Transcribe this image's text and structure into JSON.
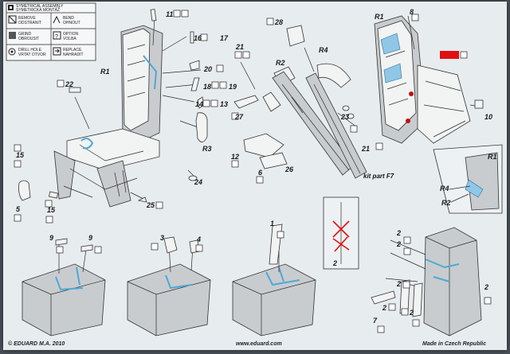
{
  "legend": {
    "items": [
      {
        "icon": "symmetrical-assembly-icon",
        "text1": "SYMETRICAL ASSEMBLY",
        "text2": "SYMETRICKÁ MONTÁŽ"
      },
      {
        "icon": "remove-icon",
        "text1": "REMOVE",
        "text2": "ODSTRANIT"
      },
      {
        "icon": "bend-icon",
        "text1": "BEND",
        "text2": "OHNOUT"
      },
      {
        "icon": "grind-icon",
        "text1": "GRIND",
        "text2": "OBROUSIT"
      },
      {
        "icon": "option-icon",
        "text1": "OPTION",
        "text2": "VOLBA"
      },
      {
        "icon": "drill-hole-icon",
        "text1": "DRILL HOLE",
        "text2": "VRTAT OTVOR"
      },
      {
        "icon": "replace-icon",
        "text1": "REPLACE",
        "text2": "NAHRADIT"
      }
    ]
  },
  "labels": {
    "p11": "11",
    "p16": "16",
    "p17": "17",
    "p20": "20",
    "p18": "18",
    "p19": "19",
    "p14": "14",
    "p13": "13",
    "r3": "R3",
    "p24": "24",
    "p25": "25",
    "p22": "22",
    "r1a": "R1",
    "p15a": "15",
    "p5": "5",
    "p15b": "15",
    "p28": "28",
    "p21a": "21",
    "r2a": "R2",
    "r4a": "R4",
    "p27": "27",
    "p23": "23",
    "p12": "12",
    "p6": "6",
    "p26": "26",
    "p21b": "21",
    "r1b": "R1",
    "p8": "8",
    "p10": "10",
    "r1c": "R1",
    "r4b": "R4",
    "r2b": "R2",
    "p9a": "9",
    "p9b": "9",
    "p3": "3",
    "p4": "4",
    "p1": "1",
    "p2a": "2",
    "p2b": "2",
    "p2c": "2",
    "p2d": "2",
    "p2e": "2",
    "p2f": "2",
    "p2g": "2",
    "p7": "7"
  },
  "kit_part": "kit part F7",
  "footer": {
    "left": "© EDUARD   M.A. 2010",
    "center": "www.eduard.com",
    "right": "Made in Czech Republic"
  },
  "colors": {
    "paper": "#e7ecef",
    "blue_parts": "#4fa8d8",
    "red_marker": "#e01010",
    "ink": "#222222"
  }
}
